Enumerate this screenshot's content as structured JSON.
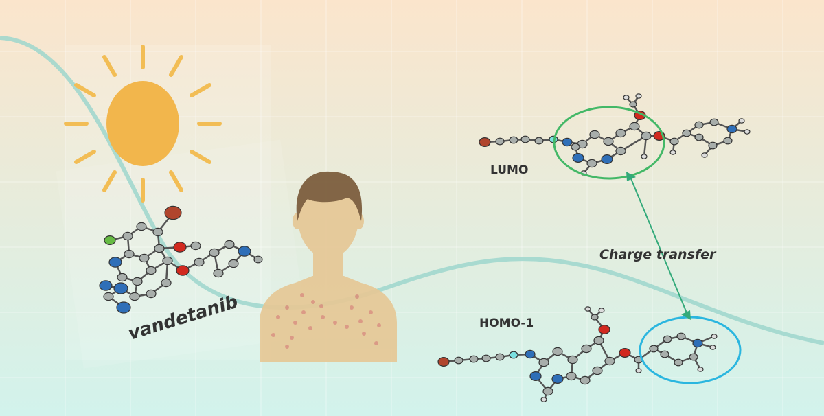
{
  "labels": {
    "drug_name": "vandetanib",
    "lumo": "LUMO",
    "homo": "HOMO-1",
    "transfer": "Charge transfer"
  },
  "colors": {
    "bg_top": "#fbe5cc",
    "bg_bottom": "#d2f3ec",
    "grid": "#ffffff",
    "wave": "#9ed6cc",
    "sun": "#f2b64c",
    "sun_ray": "#f2bd55",
    "carbon": "#a8aeab",
    "bond": "#555555",
    "nitrogen": "#2f6fb8",
    "oxygen": "#d1291f",
    "bromine": "#b0452d",
    "fluorine": "#7ae0e0",
    "chlorine": "#66bb44",
    "hydrogen": "#dcdcdc",
    "lumo_ring": "#43b867",
    "homo_ring": "#2bb6df",
    "arrow": "#33aa7a",
    "skin": "#e6c896",
    "hair": "#7a5a3a",
    "rash": "#d88a7a",
    "text": "#333333"
  }
}
